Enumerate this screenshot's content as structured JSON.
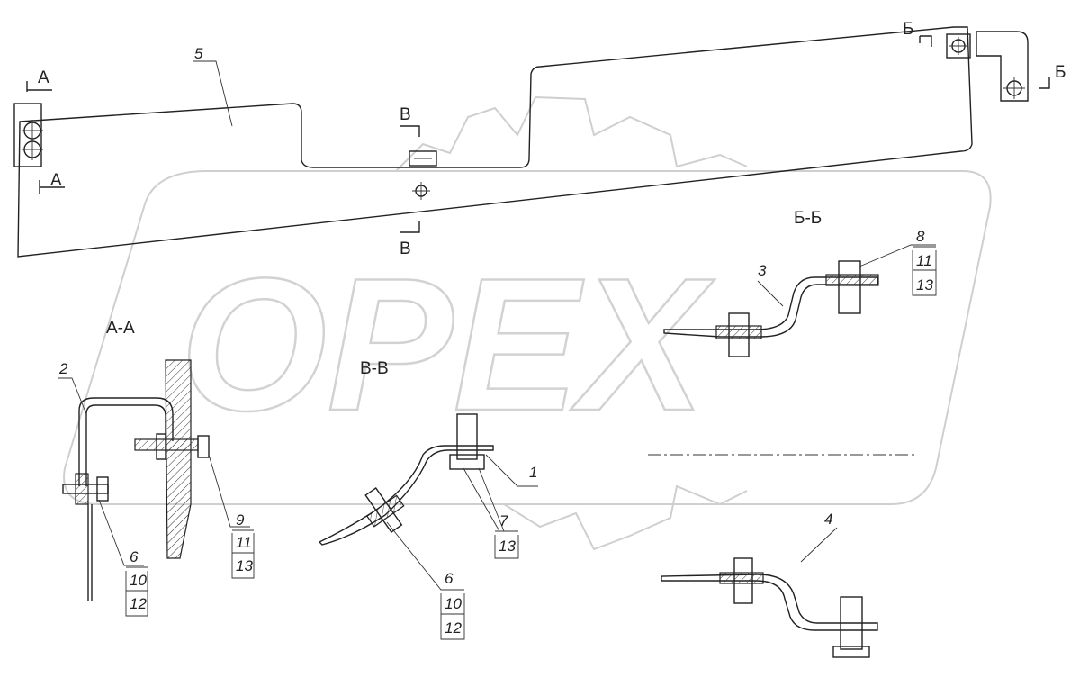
{
  "watermark": {
    "text": "OPEX"
  },
  "section_marks": {
    "a_top": "А",
    "a_bottom": "А",
    "b_top": "Б",
    "b_right": "Б",
    "v_top": "В",
    "v_bottom": "В"
  },
  "views": {
    "aa": "А-А",
    "vv": "В-В",
    "bb": "Б-Б"
  },
  "positions": {
    "p5": "5",
    "p2": "2",
    "p9": "9",
    "p9_a": "11",
    "p9_b": "13",
    "p6_left": "6",
    "p6_left_a": "10",
    "p6_left_b": "12",
    "p1": "1",
    "p7": "7",
    "p7_a": "13",
    "p6_mid": "6",
    "p6_mid_a": "10",
    "p6_mid_b": "12",
    "p3": "3",
    "p8": "8",
    "p8_a": "11",
    "p8_b": "13",
    "p4": "4"
  }
}
